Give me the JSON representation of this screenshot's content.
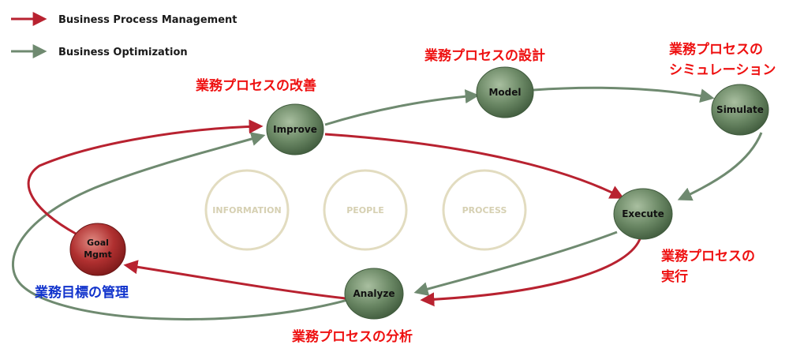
{
  "legend": {
    "bpm_label": "Business Process Management",
    "optimization_label": "Business Optimization"
  },
  "colors": {
    "bpm_arrow": "#b82230",
    "optimization_arrow": "#6f8a70",
    "node_green": "#5d7a58",
    "node_red": "#a52a2a",
    "pillar_outline": "#e2dcc0",
    "jp_red": "#ee1111",
    "jp_blue": "#1133cc"
  },
  "nodes": {
    "improve": "Improve",
    "model": "Model",
    "simulate": "Simulate",
    "execute": "Execute",
    "analyze": "Analyze",
    "goal_line1": "Goal",
    "goal_line2": "Mgmt"
  },
  "pillars": {
    "information": "INFORMATION",
    "people": "PEOPLE",
    "process": "PROCESS"
  },
  "jp_labels": {
    "design": "業務プロセスの設計",
    "improvement": "業務プロセスの改善",
    "simulation_line1": "業務プロセスの",
    "simulation_line2": "シミュレーション",
    "execution_line1": "業務プロセスの",
    "execution_line2": "実行",
    "analysis": "業務プロセスの分析",
    "goal_management": "業務目標の管理"
  }
}
